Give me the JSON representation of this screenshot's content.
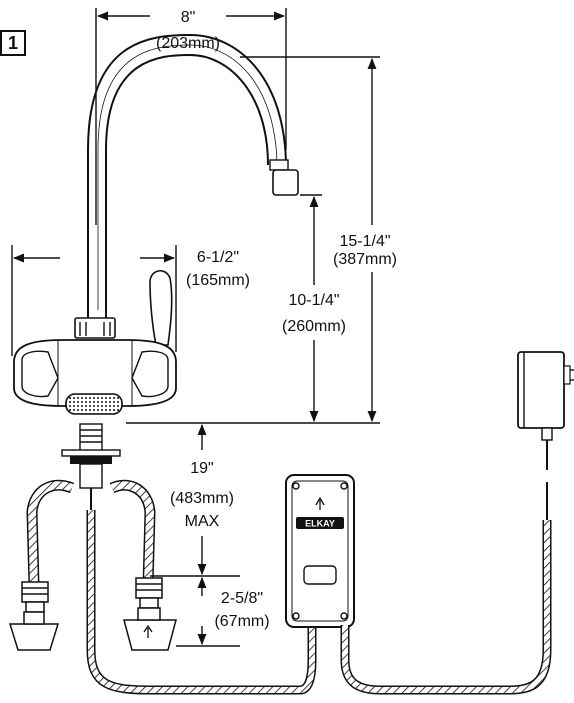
{
  "figure": {
    "number": "1"
  },
  "dimensions": {
    "spout_reach": {
      "imperial": "8\"",
      "metric": "(203mm)"
    },
    "overall_height": {
      "imperial": "15-1/4\"",
      "metric": "(387mm)"
    },
    "spout_height": {
      "imperial": "10-1/4\"",
      "metric": "(260mm)"
    },
    "body_width": {
      "imperial": "6-1/2\"",
      "metric": "(165mm)"
    },
    "hose_length": {
      "imperial": "19\"",
      "metric": "(483mm)",
      "note": "MAX"
    },
    "valve_height": {
      "imperial": "2-5/8\"",
      "metric": "(67mm)"
    }
  },
  "control_box": {
    "brand": "ELKAY"
  },
  "icons": [
    "flow-arrow-icon",
    "elkay-logo",
    "power-adapter",
    "mixing-valve"
  ]
}
